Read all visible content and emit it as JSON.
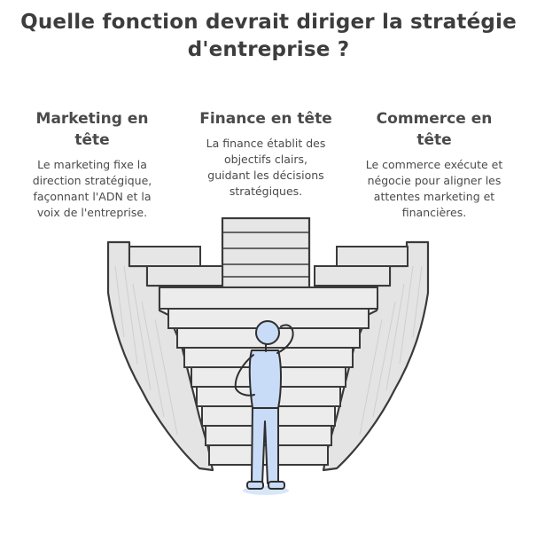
{
  "title": {
    "line1": "Quelle fonction devrait diriger la stratégie",
    "line2": "d'entreprise ?"
  },
  "columns": {
    "left": {
      "heading_line1": "Marketing en",
      "heading_line2": "tête",
      "body": [
        "Le marketing fixe la",
        "direction stratégique,",
        "façonnant l'ADN et la",
        "voix de l'entreprise."
      ]
    },
    "middle": {
      "heading_line1": "Finance en tête",
      "body": [
        "La finance établit des",
        "objectifs clairs,",
        "guidant les décisions",
        "stratégiques."
      ]
    },
    "right": {
      "heading_line1": "Commerce en",
      "heading_line2": "tête",
      "body": [
        "Le commerce exécute et",
        "négocie pour aligner les",
        "attentes marketing et",
        "financières."
      ]
    }
  },
  "colors": {
    "text": "#3d3d3d",
    "stone_fill": "#e6e6e6",
    "stone_shadow": "#d6d6d6",
    "outline": "#3a3a3a",
    "person_fill": "#c8dbf7",
    "person_outline": "#2f2f2f"
  }
}
